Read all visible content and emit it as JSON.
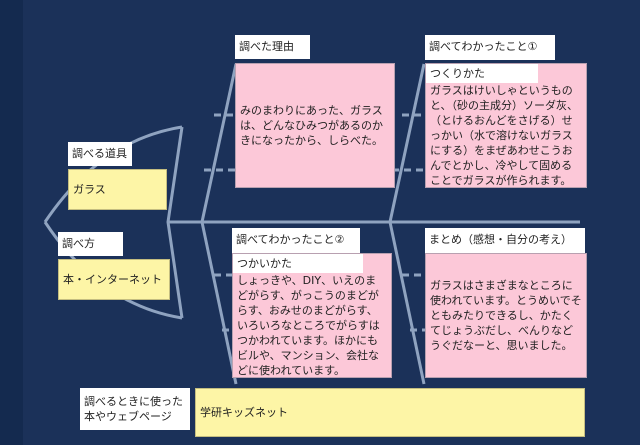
{
  "head": {
    "tool_label": "調べる道具",
    "tool_value": "ガラス",
    "method_label": "調べ方",
    "method_value": "本・インターネット"
  },
  "reason": {
    "label": "調べた理由",
    "text": "みのまわりにあった、ガラスは、どんなひみつがあるのかきになったから、しらべた。"
  },
  "finding1": {
    "label": "調べてわかったこと①",
    "subtitle": "つくりかた",
    "text": "ガラスはけいしゃというものと、（砂の主成分）ソーダ灰、（とけるおんどをさげる）せっかい（水で溶けないガラスにする）をまぜあわせこうおんでとかし、冷やして固めることでガラスが作られます。"
  },
  "finding2": {
    "label": "調べてわかったこと②",
    "subtitle": "つかいかた",
    "text": "しょっきや、DIY、いえのまどがらす、がっこうのまどがらす、おみせのまどがらす、いろいろなところでがらすはつかわれています。ほかにもビルや、マンション、会社などに使われています。"
  },
  "summary": {
    "label": "まとめ（感想・自分の考え）",
    "text": "ガラスはさまざまなところに使われています。とうめいでそともみたりできるし、かたくてじょうぶだし、べんりなどうぐだなーと、思いました。"
  },
  "sources": {
    "label": "調べるときに使った本やウェブページ",
    "value": "学研キッズネット"
  }
}
